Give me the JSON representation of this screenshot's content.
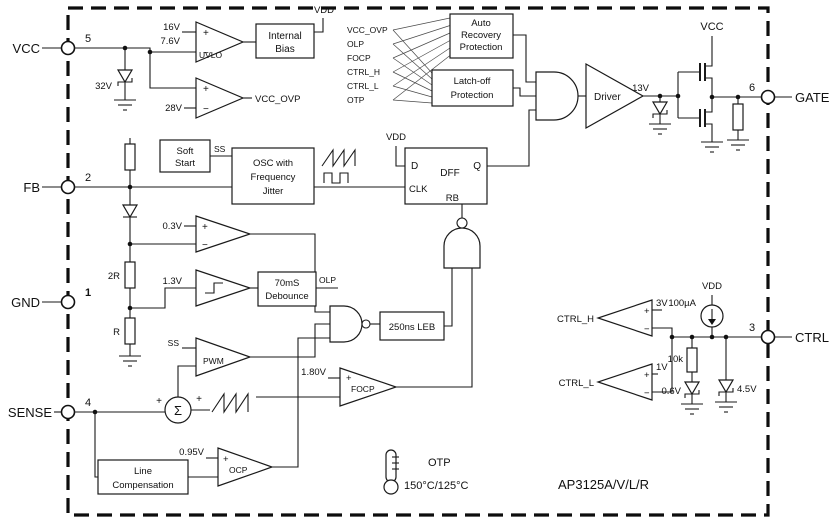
{
  "part_number": "AP3125A/V/L/R",
  "pins": {
    "vcc": {
      "label": "VCC",
      "number": "5"
    },
    "fb": {
      "label": "FB",
      "number": "2"
    },
    "gnd": {
      "label": "GND",
      "number": "1"
    },
    "sense": {
      "label": "SENSE",
      "number": "4"
    },
    "gate": {
      "label": "GATE",
      "number": "6"
    },
    "ctrl": {
      "label": "CTRL",
      "number": "3"
    }
  },
  "supervisor": {
    "uvlo_on": "16V",
    "uvlo_off": "7.6V",
    "uvlo": "UVLO",
    "bias_l1": "Internal",
    "bias_l2": "Bias",
    "vdd": "VDD",
    "ovp_th": "28V",
    "ovp_out": "VCC_OVP",
    "zener": "32V"
  },
  "protection": {
    "signals": [
      "VCC_OVP",
      "OLP",
      "FOCP",
      "CTRL_H",
      "CTRL_L",
      "OTP"
    ],
    "auto_l1": "Auto",
    "auto_l2": "Recovery",
    "auto_l3": "Protection",
    "latch_l1": "Latch-off",
    "latch_l2": "Protection"
  },
  "output_stage": {
    "driver": "Driver",
    "zener": "13V",
    "vcc": "VCC"
  },
  "oscillator": {
    "soft_l1": "Soft",
    "soft_l2": "Start",
    "ss": "SS",
    "osc_l1": "OSC with",
    "osc_l2": "Frequency",
    "osc_l3": "Jitter"
  },
  "dff": {
    "vdd": "VDD",
    "d": "D",
    "clk": "CLK",
    "q": "Q",
    "rb": "RB",
    "name": "DFF"
  },
  "comparators": {
    "fb_short": "0.3V",
    "olp_th": "1.3V",
    "deb_l1": "70mS",
    "deb_l2": "Debounce",
    "olp": "OLP",
    "ss": "SS",
    "pwm": "PWM",
    "leb": "250ns LEB",
    "focp_th": "1.80V",
    "focp": "FOCP",
    "ocp_th": "0.95V",
    "ocp": "OCP",
    "line_l1": "Line",
    "line_l2": "Compensation"
  },
  "ctrl_block": {
    "high": "CTRL_H",
    "high_th": "3V",
    "low": "CTRL_L",
    "low_th": "1V",
    "current": "100µA",
    "vdd": "VDD",
    "res": "10k",
    "zener_low": "0.6V",
    "zener_high": "4.5V"
  },
  "fb_network": {
    "r_upper": "2R",
    "r_lower": "R"
  },
  "otp": {
    "label": "OTP",
    "temp": "150°C/125°C"
  },
  "sym": {
    "plus": "+",
    "minus": "−",
    "sigma": "Σ"
  }
}
